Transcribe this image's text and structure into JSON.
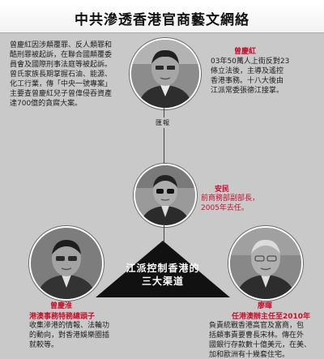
{
  "title": "中共滲透香港官商藝文網絡",
  "colors": {
    "accent_red": "#c8102e",
    "background": "#c9c9c9",
    "triangle": "#111111"
  },
  "top_left_text": [
    "曾慶紅因涉顛覆罪、反人類罪和",
    "酷刑罪被起訴，在聯合國顛覆委",
    "員會及國際刑事法庭等被起訴。",
    "曾氏家族長期掌握石油、能源、",
    "化工行業，傳「中央一號專案」",
    "主要查曾慶紅兒子曾偉侵吞資產",
    "達700億的貪腐大案。"
  ],
  "zeng_qinghong": {
    "name": "曾慶紅",
    "desc": [
      "03年50萬人上街反對23",
      "條立法後，主導及遙控",
      "香港事務。十八大後由",
      "江派常委張德江接掌。"
    ]
  },
  "connector_label": "匯報",
  "an_min": {
    "name": "安民",
    "desc": [
      "前商務部副部長，",
      "2005年去任。"
    ]
  },
  "triangle_text": [
    "江派控制香港的",
    "三大渠道"
  ],
  "zeng_qinghuai": {
    "name": "曾慶淮",
    "title": "港澳事務特務總頭子",
    "desc": [
      "收集滲港的情報、法輪功",
      "的動向，對香港娛樂圈插",
      "就較等。"
    ]
  },
  "liao_hui": {
    "name": "廖暉",
    "title": "任港澳辦主任至2010年",
    "desc": [
      "負責統戰香港高官及富商，包",
      "括顧事責要曹長宋林。傳在外",
      "國銀行存款數十億美元，在美、",
      "加和歐洲有十幾套住宅。"
    ]
  },
  "icons": [
    "portrait-zeng-qinghong-icon",
    "portrait-an-min-icon",
    "portrait-zeng-qinghuai-icon",
    "portrait-liao-hui-icon"
  ]
}
